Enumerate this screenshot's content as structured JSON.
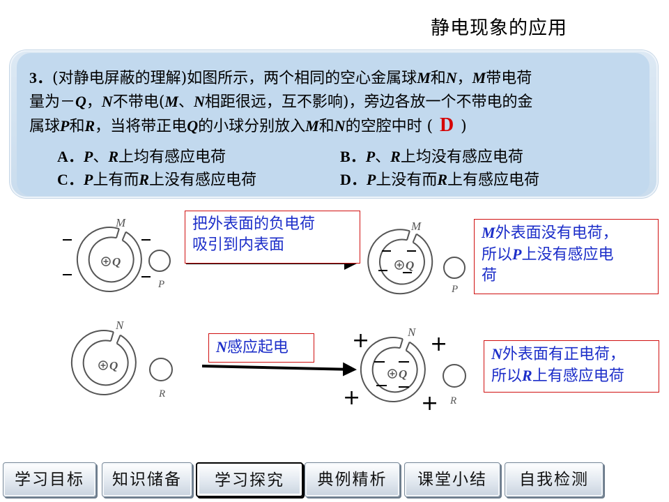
{
  "page_title": "静电现象的应用",
  "question": {
    "number": "3．",
    "line1_a": "(对静电屏蔽的理解)如图所示，两个相同的空心金属球",
    "m1": "M",
    "and1": "和",
    "n1": "N",
    "comma1": "，",
    "m2": "M",
    "line1_b": "带电荷",
    "line2_a": "量为－",
    "q1": "Q",
    "comma2": "，",
    "n2": "N",
    "line2_b": "不带电(",
    "m3": "M",
    "sep1": "、",
    "n3": "N",
    "line2_c": "相距很远，互不影响)，旁边各放一个不带电的金",
    "line3_a": "属球",
    "p1": "P",
    "and2": "和",
    "r1": "R",
    "line3_b": "，当将带正电",
    "q2": "Q",
    "line3_c": "的小球分别放入",
    "m4": "M",
    "and3": "和",
    "n4": "N",
    "line3_d": "的空腔中时 (",
    "answer": "D",
    "close": ")"
  },
  "options": {
    "a": {
      "letter": "A．",
      "v1": "P",
      "t1": "、",
      "v2": "R",
      "t2": "上均有感应电荷"
    },
    "b": {
      "letter": "B．",
      "v1": "P",
      "t1": "、",
      "v2": "R",
      "t2": "上均没有感应电荷"
    },
    "c": {
      "letter": "C．",
      "v1": "P",
      "t1": "上有而",
      "v2": "R",
      "t2": "上没有感应电荷"
    },
    "d": {
      "letter": "D．",
      "v1": "P",
      "t1": "上没有而",
      "v2": "R",
      "t2": "上有感应电荷"
    }
  },
  "notes": {
    "n1_line1": "把外表面的负电荷",
    "n1_line2": "吸引到内表面",
    "n2_var": "M",
    "n2_line1": "外表面没有电荷，",
    "n2_line2a": "所以",
    "n2_var2": "P",
    "n2_line2b": "上没有感应电",
    "n2_line3": "荷",
    "n3_var": "N",
    "n3_text": "感应起电",
    "n4_var": "N",
    "n4_line1": "外表面有正电荷，",
    "n4_line2a": "所以",
    "n4_var2": "R",
    "n4_line2b": "上有感应电荷"
  },
  "diagram_labels": {
    "m": "M",
    "n": "N",
    "p": "P",
    "r": "R",
    "q": "Q",
    "plus": "+"
  },
  "nav": [
    "学习目标",
    "知识储备",
    "学习探究",
    "典例精析",
    "课堂小结",
    "自我检测"
  ],
  "nav_active": "学习探究"
}
